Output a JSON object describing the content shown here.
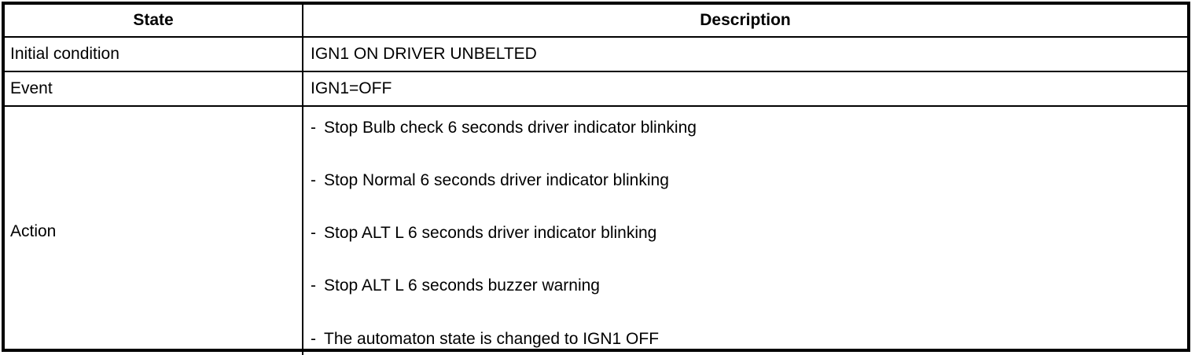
{
  "table": {
    "bullet": "-",
    "columns": [
      {
        "label": "State"
      },
      {
        "label": "Description"
      }
    ],
    "rows": [
      {
        "state": "Initial condition",
        "description": "IGN1 ON DRIVER UNBELTED"
      },
      {
        "state": "Event",
        "description": "IGN1=OFF"
      },
      {
        "state": "Action",
        "items": [
          "Stop Bulb check 6 seconds driver indicator blinking",
          "Stop Normal 6 seconds driver indicator blinking",
          "Stop ALT L 6 seconds driver indicator blinking",
          "Stop ALT L 6 seconds buzzer warning",
          "The automaton state is changed to IGN1 OFF"
        ]
      }
    ]
  }
}
